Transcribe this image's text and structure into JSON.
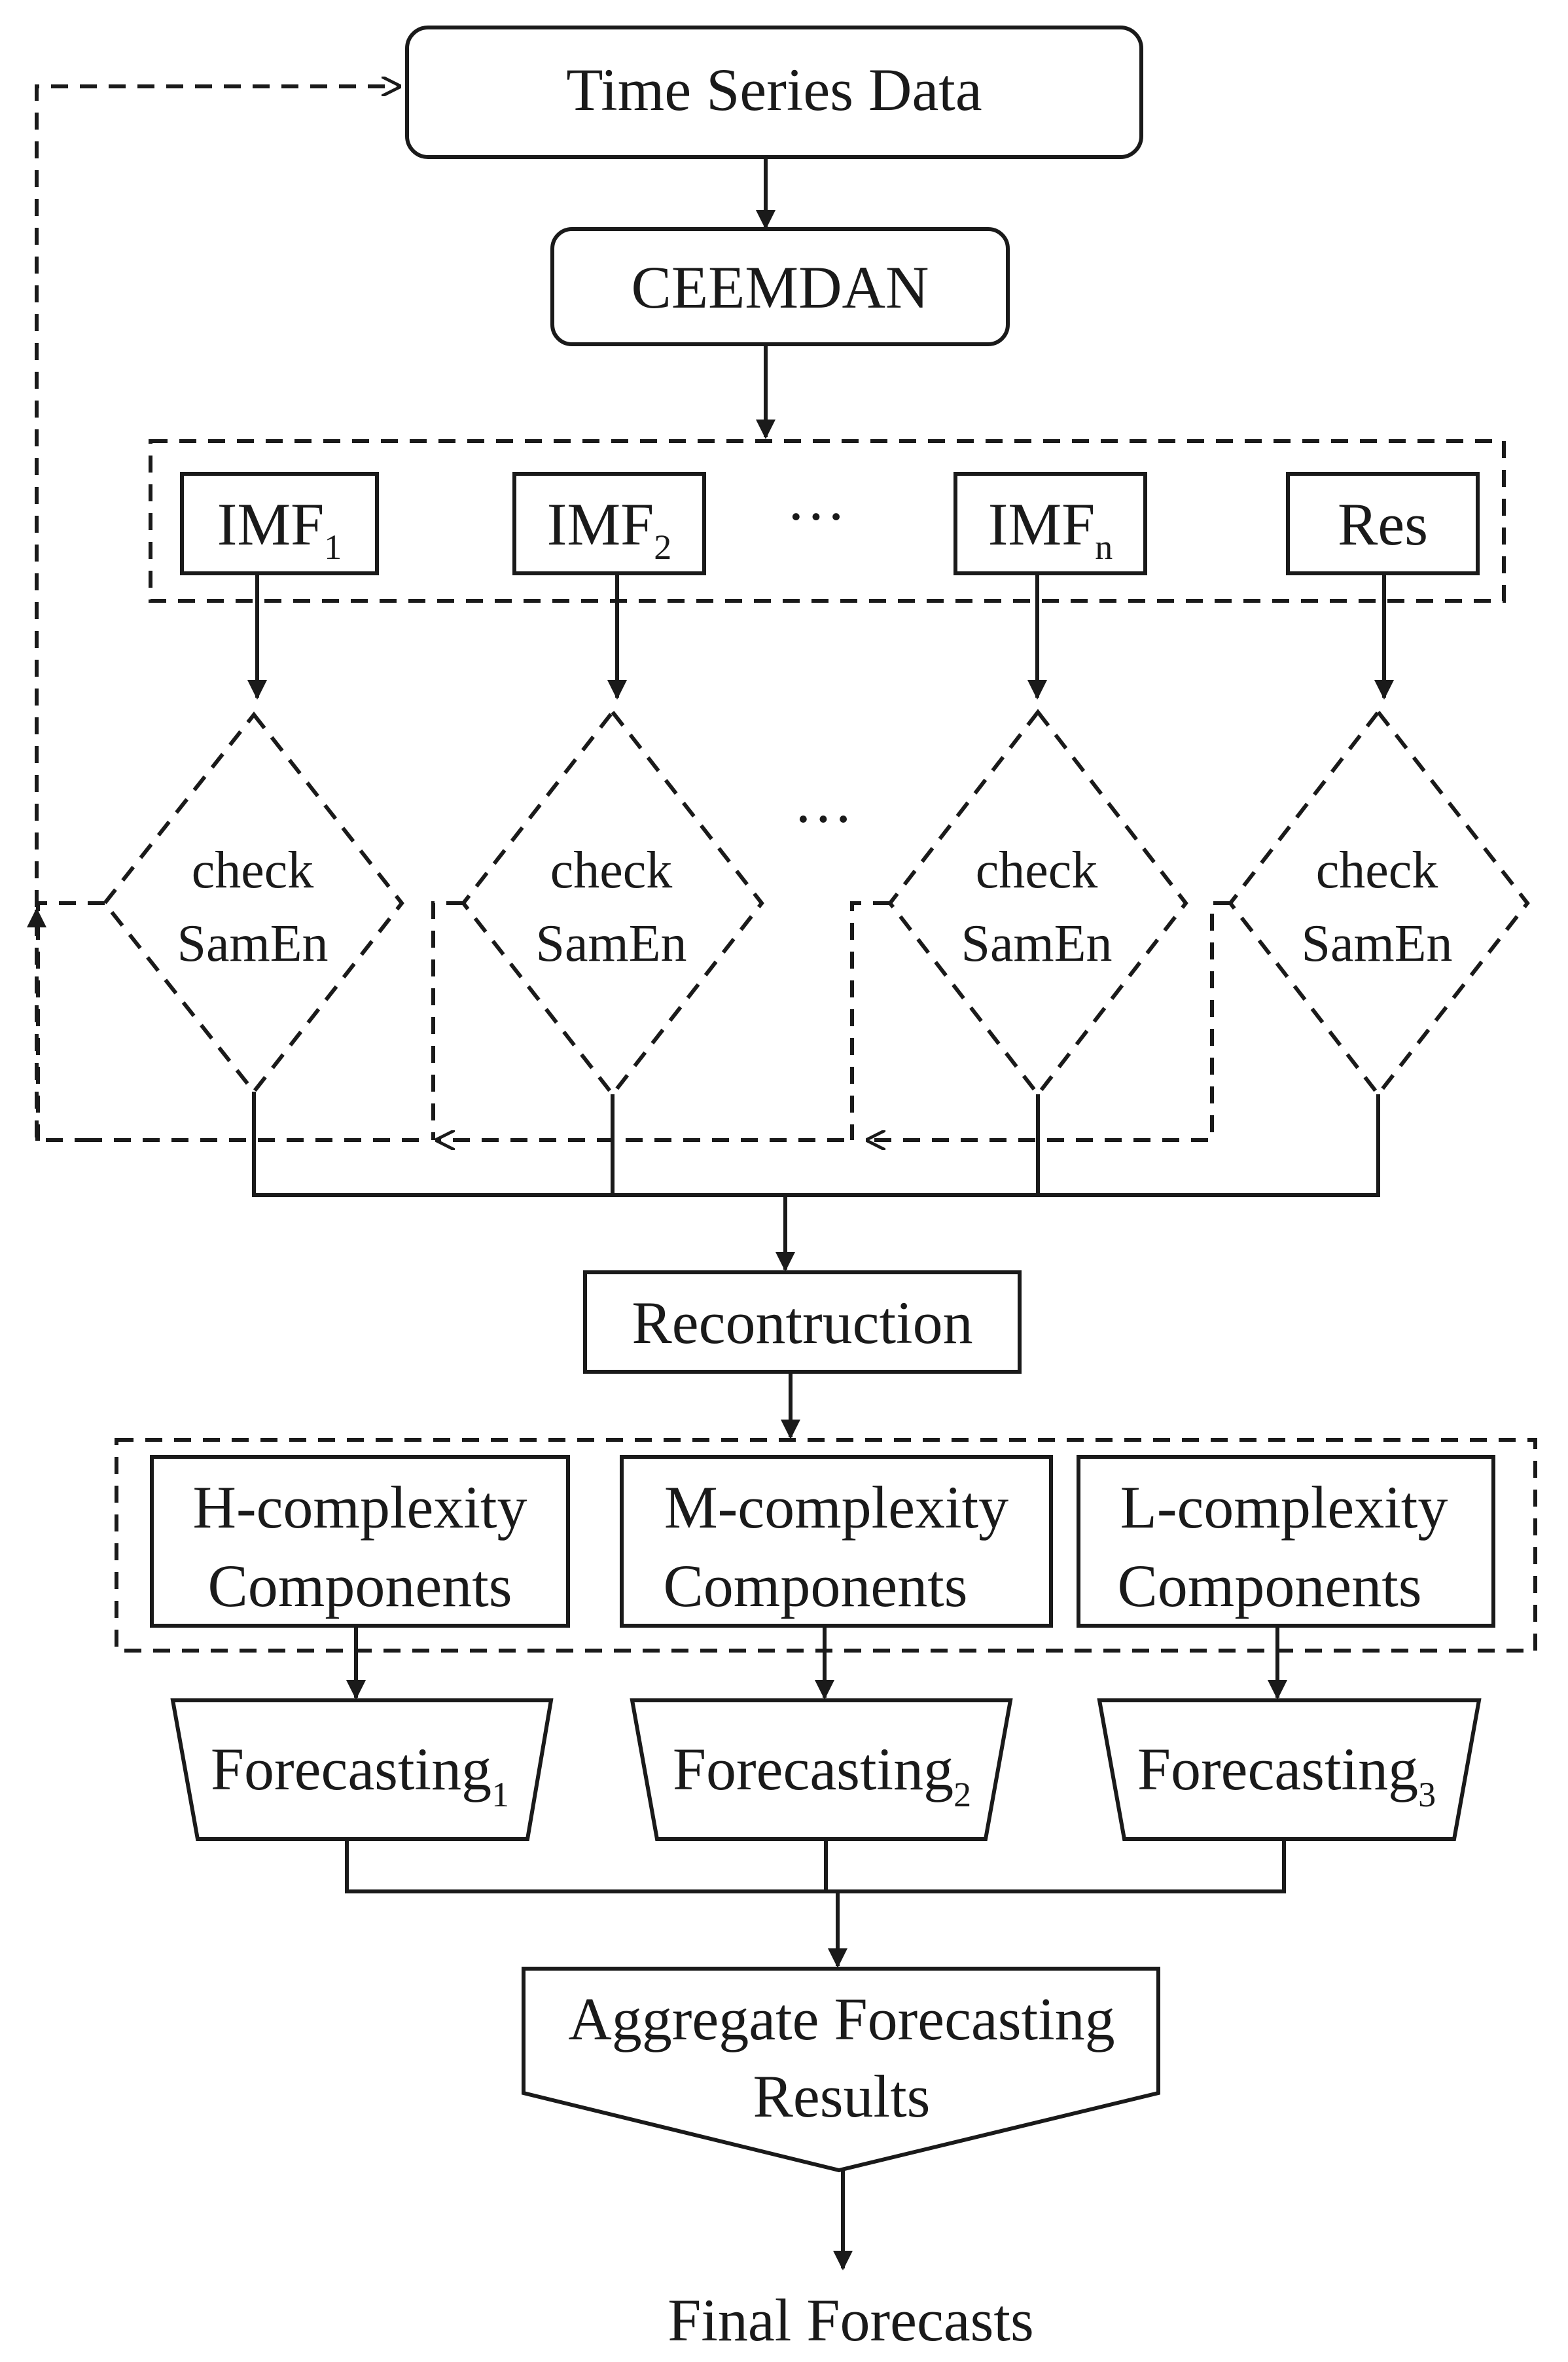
{
  "nodes": {
    "time_series": "Time Series Data",
    "ceemdan": "CEEMDAN",
    "imf1": {
      "base": "IMF",
      "sub": "1"
    },
    "imf2": {
      "base": "IMF",
      "sub": "2"
    },
    "imf_ellipsis": "···",
    "imfn": {
      "base": "IMF",
      "sub": "n"
    },
    "res": "Res",
    "check_line1": "check",
    "check_line2": "SamEn",
    "diamond_ellipsis": "···",
    "reconstruction": "Recontruction",
    "h_complexity": {
      "line1": "H-complexity",
      "line2": "Components"
    },
    "m_complexity": {
      "line1": "M-complexity",
      "line2": "Components"
    },
    "l_complexity": {
      "line1": "L-complexity",
      "line2": "Components"
    },
    "forecasting1": {
      "base": "Forecasting",
      "sub": "1"
    },
    "forecasting2": {
      "base": "Forecasting",
      "sub": "2"
    },
    "forecasting3": {
      "base": "Forecasting",
      "sub": "3"
    },
    "aggregate": {
      "line1": "Aggregate Forecasting",
      "line2": "Results"
    },
    "final": "Final Forecasts"
  }
}
